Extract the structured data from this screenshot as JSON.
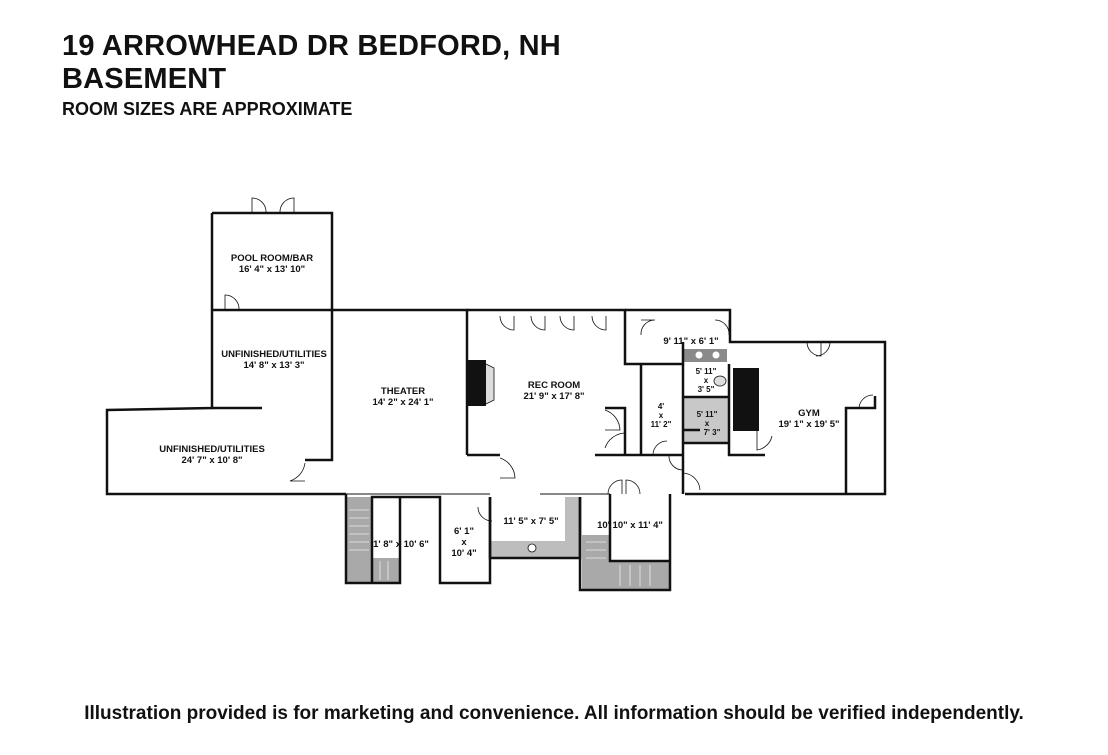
{
  "header": {
    "address": "19 ARROWHEAD DR BEDFORD, NH",
    "level": "BASEMENT",
    "note": "ROOM SIZES ARE APPROXIMATE"
  },
  "rooms": {
    "pool_room": {
      "name": "POOL ROOM/BAR",
      "size": "16' 4\" x 13' 10\""
    },
    "unfinished_upper": {
      "name": "UNFINISHED/UTILITIES",
      "size": "14' 8\" x 13' 3\""
    },
    "unfinished_lower": {
      "name": "UNFINISHED/UTILITIES",
      "size": "24' 7\" x 10' 8\""
    },
    "theater": {
      "name": "THEATER",
      "size": "14' 2\" x 24' 1\""
    },
    "rec_room": {
      "name": "REC ROOM",
      "size": "21' 9\" x 17' 8\""
    },
    "bath_top": {
      "size": "9' 11\" x 6' 1\""
    },
    "closet_a": {
      "l1": "5' 11\"",
      "l2": "x",
      "l3": "3' 5\""
    },
    "closet_b": {
      "l1": "4'",
      "l2": "x",
      "l3": "11' 2\""
    },
    "shower": {
      "l1": "5' 11\"",
      "l2": "x",
      "l3": "7' 3\""
    },
    "gym": {
      "name": "GYM",
      "size": "19' 1\" x 19' 5\""
    },
    "storage_left": {
      "size": "1' 8\" x 10' 6\""
    },
    "storage_mid": {
      "l1": "6' 1\"",
      "l2": "x",
      "l3": "10' 4\""
    },
    "hall": {
      "size": "11' 5\" x 7' 5\""
    },
    "room_right": {
      "size": "10' 10\" x 11' 4\""
    }
  },
  "footer": {
    "disclaimer": "Illustration provided is for marketing and convenience. All information should be verified independently."
  },
  "colors": {
    "wall": "#111111",
    "stair": "#a9a9a9",
    "fixture": "#c8c8c8",
    "background": "#ffffff"
  }
}
